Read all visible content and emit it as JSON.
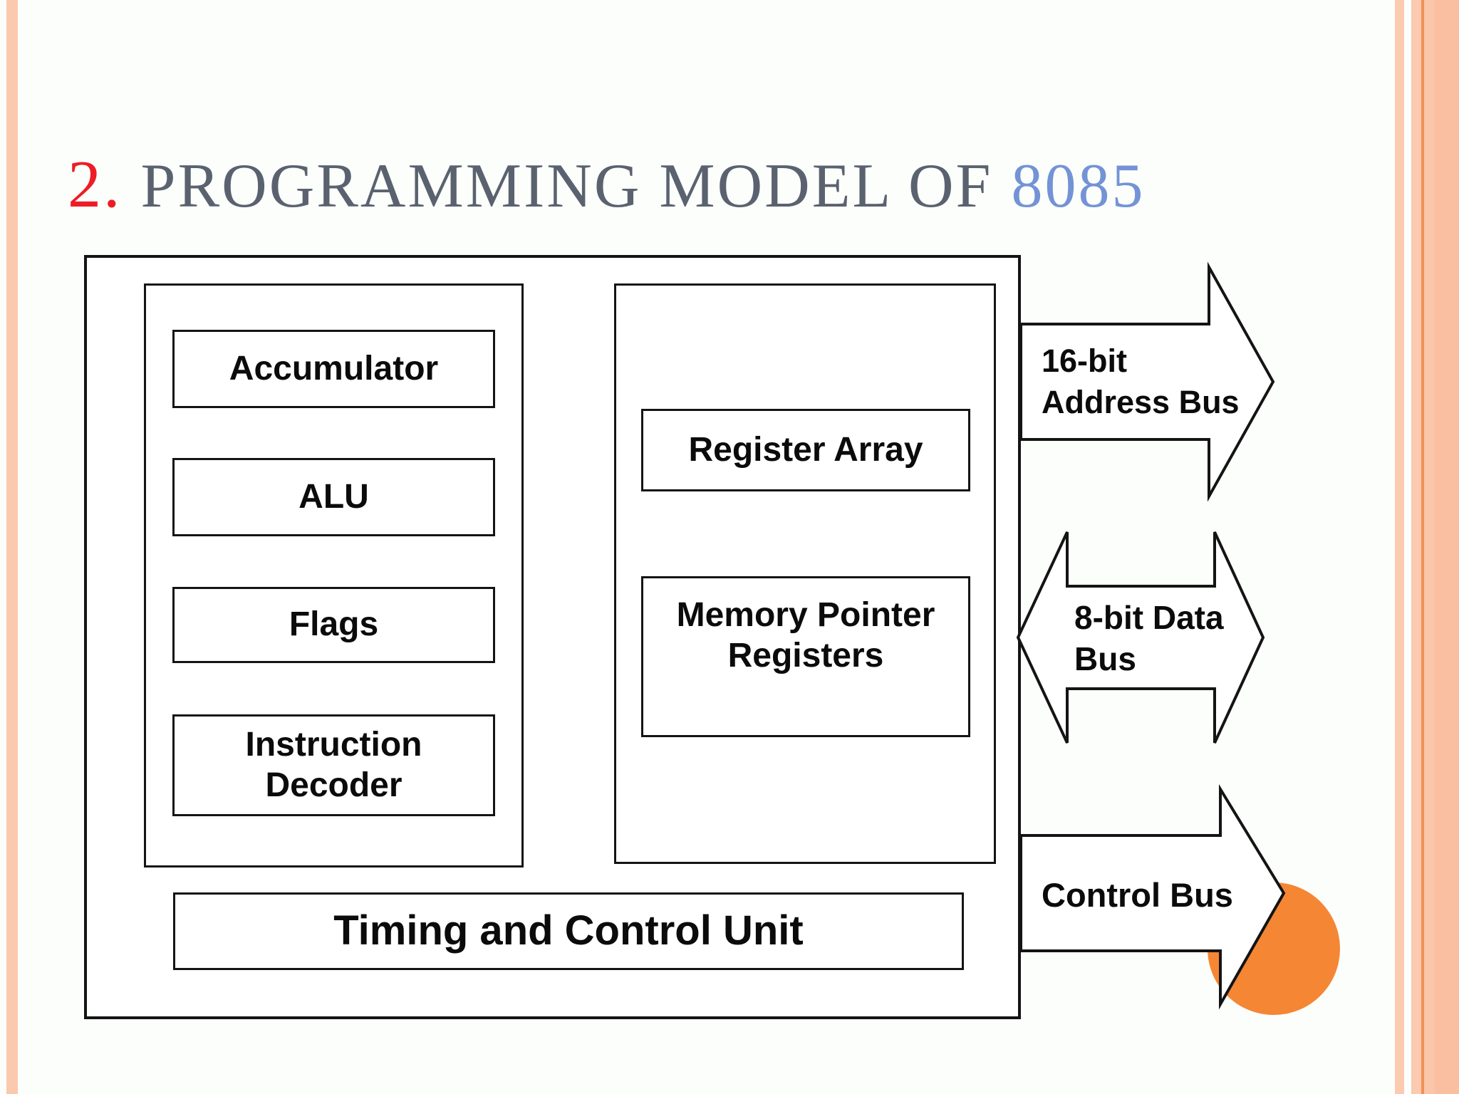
{
  "title": {
    "number": "2.",
    "text": "PROGRAMMING MODEL OF",
    "highlight": "8085"
  },
  "diagram": {
    "blocks": {
      "accumulator": "Accumulator",
      "alu": "ALU",
      "flags": "Flags",
      "instruction_decoder": "Instruction Decoder",
      "register_array": "Register Array",
      "memory_pointer_registers": "Memory Pointer Registers",
      "timing_control": "Timing and Control Unit"
    },
    "buses": {
      "address": "16-bit Address Bus",
      "data": "8-bit Data Bus",
      "control": "Control Bus"
    }
  },
  "colors": {
    "accent_orange": "#F58634",
    "stripe_salmon": "#FBC9AE",
    "title_number_red": "#EE1C25",
    "title_gray": "#5A6270",
    "title_blue": "#7493D6",
    "line_black": "#141414"
  }
}
